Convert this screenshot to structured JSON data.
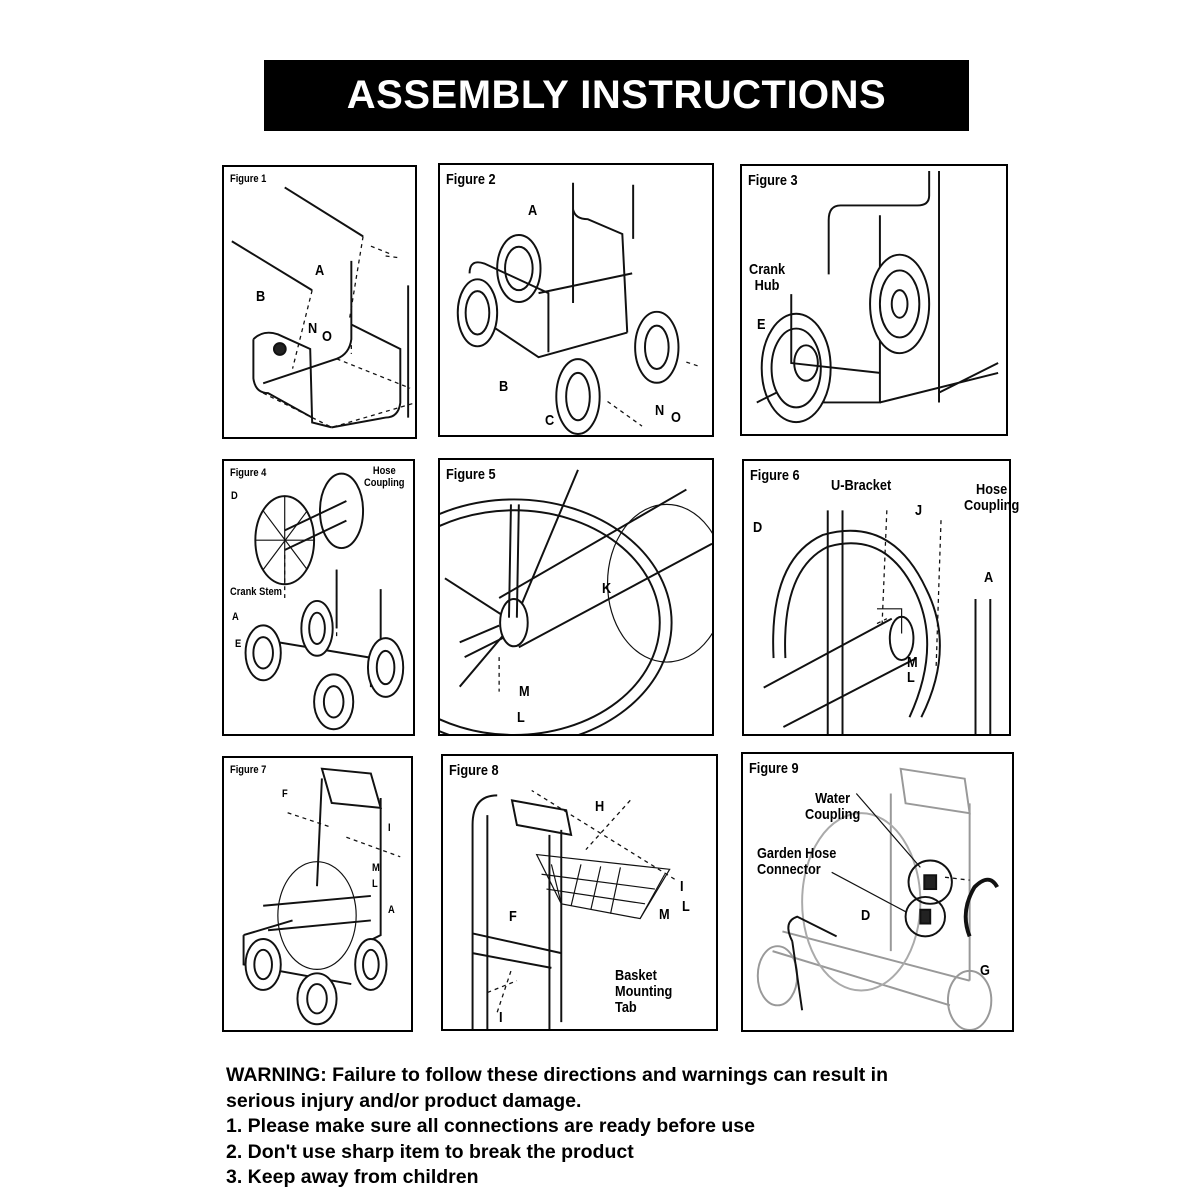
{
  "title": "ASSEMBLY INSTRUCTIONS",
  "figures": [
    {
      "caption": "Figure 1",
      "labels": [
        "A",
        "B",
        "N",
        "O"
      ]
    },
    {
      "caption": "Figure 2",
      "labels": [
        "A",
        "B",
        "C",
        "N",
        "O"
      ]
    },
    {
      "caption": "Figure 3",
      "labels": [
        "Crank\nHub",
        "E"
      ]
    },
    {
      "caption": "Figure 4",
      "labels": [
        "Hose\nCoupling",
        "D",
        "Crank Stem",
        "A",
        "E"
      ]
    },
    {
      "caption": "Figure 5",
      "labels": [
        "K",
        "M",
        "L"
      ]
    },
    {
      "caption": "Figure 6",
      "labels": [
        "U-Bracket",
        "J",
        "Hose\nCoupling",
        "D",
        "A",
        "M",
        "L"
      ]
    },
    {
      "caption": "Figure 7",
      "labels": [
        "F",
        "I",
        "M",
        "L",
        "A"
      ]
    },
    {
      "caption": "Figure 8",
      "labels": [
        "H",
        "F",
        "M",
        "I",
        "L",
        "Basket\nMounting\nTab",
        "I"
      ]
    },
    {
      "caption": "Figure 9",
      "labels": [
        "Water\nCoupling",
        "Garden Hose\nConnector",
        "D",
        "G"
      ]
    }
  ],
  "warning": {
    "heading": "WARNING: Failure to follow these directions and warnings can result in serious injury and/or product damage.",
    "items": [
      "1. Please make sure all connections are ready before use",
      "2. Don't use sharp item to break the product",
      "3. Keep away from children"
    ]
  }
}
